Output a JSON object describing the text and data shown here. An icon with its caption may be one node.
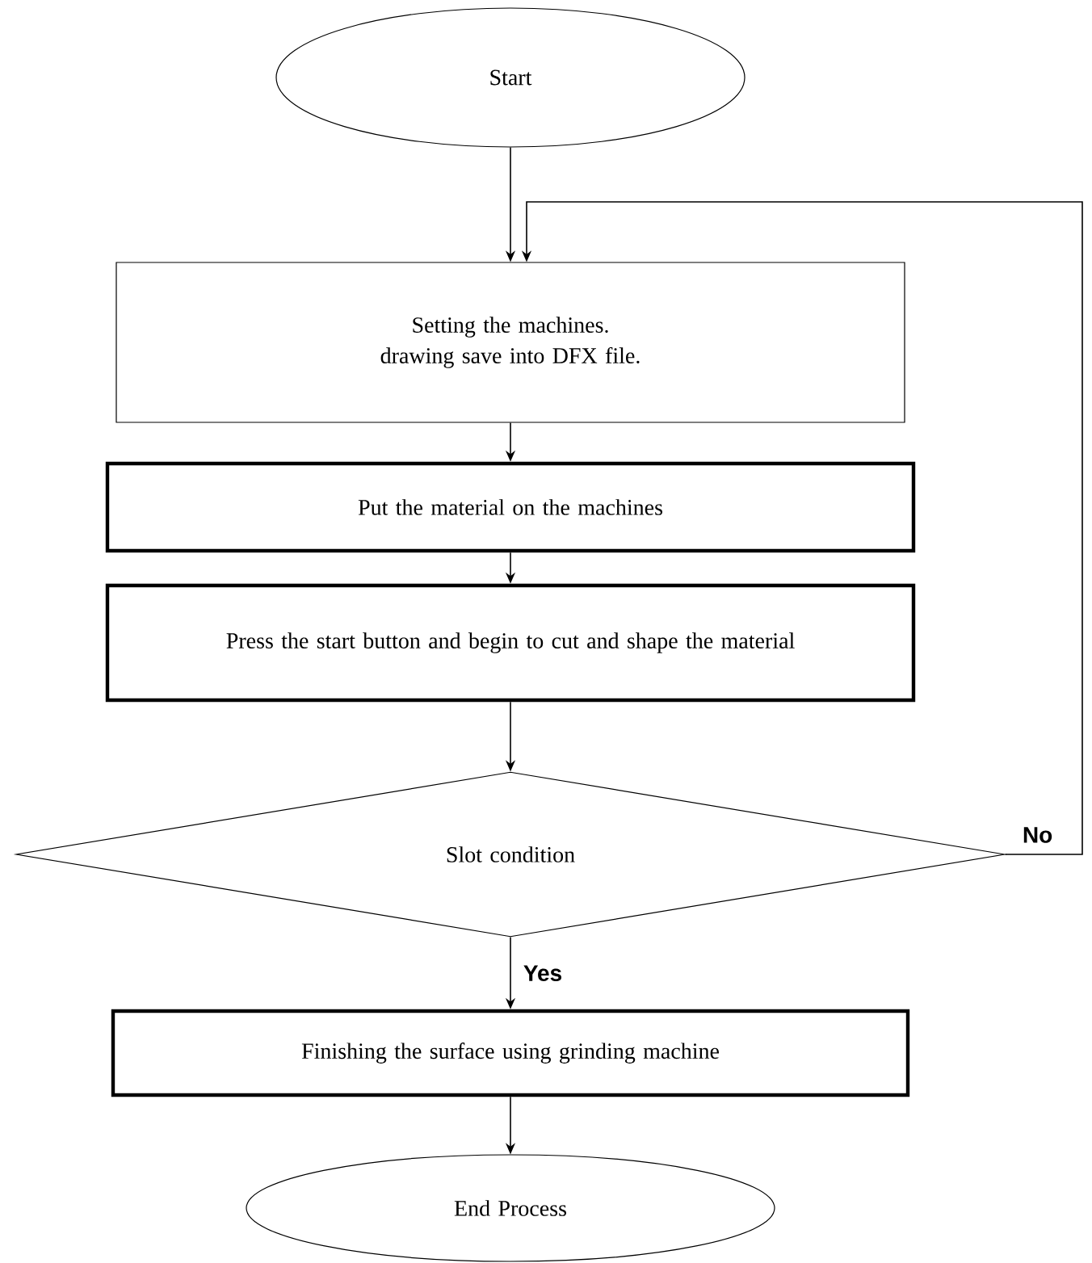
{
  "diagram": {
    "nodes": [
      {
        "text": [
          "Start"
        ]
      },
      {
        "text": [
          "Setting the machines.",
          "drawing save into DFX file."
        ]
      },
      {
        "text": [
          "Put the material on the machines"
        ]
      },
      {
        "text": [
          "Press the start button and begin to cut and shape the material"
        ]
      },
      {
        "text": [
          "Slot condition"
        ]
      },
      {
        "text": [
          "Finishing the surface using grinding machine"
        ]
      },
      {
        "text": [
          "End Process"
        ]
      }
    ],
    "edges": [
      {
        "from": 0,
        "to": 1,
        "arrow": "to"
      },
      {
        "from": 1,
        "to": 2,
        "arrow": "to"
      },
      {
        "from": 2,
        "to": 3,
        "arrow": "to"
      },
      {
        "from": 3,
        "to": 4,
        "arrow": "to"
      },
      {
        "from": 4,
        "to": 5,
        "arrow": "to",
        "label": "Yes"
      },
      {
        "from": 5,
        "to": 6,
        "arrow": "to"
      },
      {
        "from": 4,
        "to": 1,
        "arrow": "to",
        "label": "No"
      }
    ]
  }
}
